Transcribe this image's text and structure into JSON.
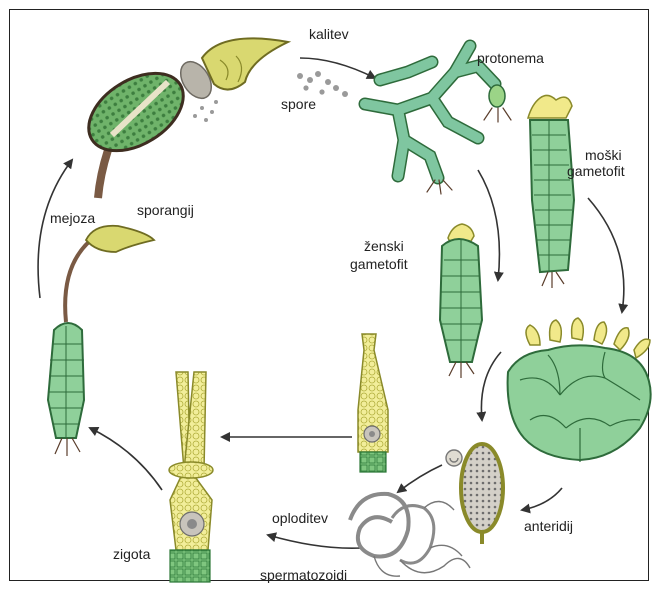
{
  "labels": {
    "kalitev": "kalitev",
    "protonema": "protonema",
    "spore": "spore",
    "moski_line1": "moški",
    "moski_line2": "gametofit",
    "zenski_line1": "ženski",
    "zenski_line2": "gametofit",
    "sporangij": "sporangij",
    "mejoza": "mejoza",
    "anteridij": "anteridij",
    "oploditev": "oploditev",
    "zigota": "zigota",
    "spermatozoidi": "spermatozoidi"
  },
  "colors": {
    "leaf_green": "#8fd09a",
    "leaf_outline": "#2e6b3b",
    "protonema_green": "#7fc6a0",
    "cell_yellow": "#f2ee9a",
    "cell_outline": "#8a8a2a",
    "stalk_brown": "#7a5a44",
    "capsule_yellow": "#d9d870",
    "arrow": "#333333",
    "spore_gray": "#9a9a9a",
    "sperm_gray": "#777777"
  }
}
